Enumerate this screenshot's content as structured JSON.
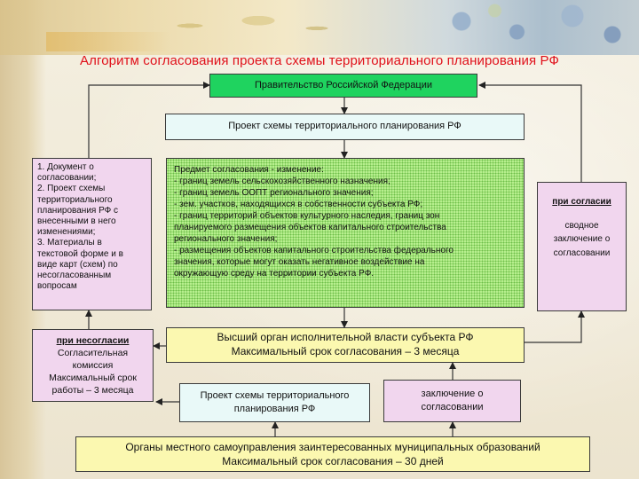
{
  "title": "Алгоритм согласования проекта схемы территориального планирования РФ",
  "gov": "Правительство Российской Федерации",
  "project_top": "Проект схемы территориального планирования РФ",
  "left_list": [
    "1. Документ о",
    "согласовании;",
    "2. Проект схемы",
    "территориального",
    "планирования РФ с",
    "внесенными в него",
    "изменениями;",
    "3. Материалы в",
    "текстовой форме и в",
    "виде карт (схем) по",
    "несогласованным",
    "вопросам"
  ],
  "subject": [
    "Предмет согласования - изменение:",
    "- границ земель сельскохозяйственного назначения;",
    "- границ земель ООПТ регионального значения;",
    "- зем. участков, находящихся в собственности субъекта РФ;",
    "- границ территорий объектов культурного наследия, границ зон",
    "планируемого размещения объектов капитального строительства",
    "регионального значения;",
    "- размещения объектов капитального строительства федерального",
    "значения, которые могут оказать негативное воздействие на",
    "окружающую среду на территории субъекта РФ."
  ],
  "right_box": {
    "heading": "при согласии",
    "line1": "сводное",
    "line2": "заключение о",
    "line3": "согласовании"
  },
  "left_bottom": {
    "heading": "при несогласии",
    "line1": "Согласительная",
    "line2": "комиссия",
    "line3": "Максимальный срок",
    "line4": "работы – 3 месяца"
  },
  "exec_body": {
    "line1": "Высший орган исполнительной власти субъекта РФ",
    "line2": "Максимальный срок согласования – 3 месяца"
  },
  "project_mid": {
    "line1": "Проект схемы территориального",
    "line2": "планирования РФ"
  },
  "conclusion": {
    "line1": "заключение о",
    "line2": "согласовании"
  },
  "local_gov": {
    "line1": "Органы местного самоуправления заинтересованных муниципальных образований",
    "line2": "Максимальный срок согласования – 30 дней"
  },
  "colors": {
    "title": "#e0101a",
    "gov_box": "#1fd35f",
    "project_box": "#e9f9f8",
    "side_boxes": "#f1d6ee",
    "subject_box": "#b7ef8e",
    "yellow_boxes": "#fbf8b0"
  }
}
